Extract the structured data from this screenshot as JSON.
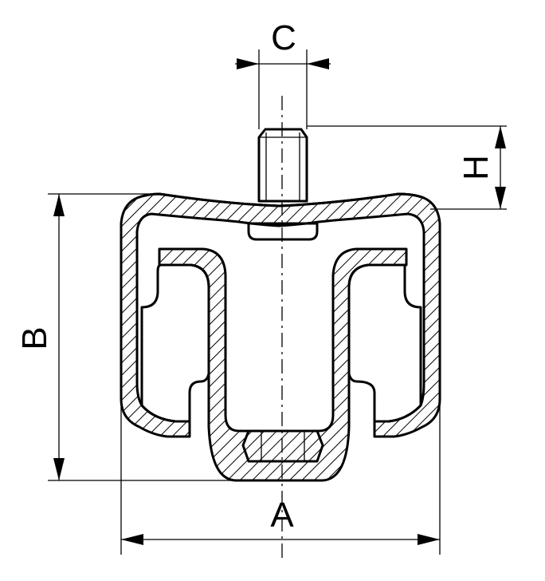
{
  "diagram": {
    "labels": {
      "a": "A",
      "b": "B",
      "c": "C",
      "h": "H"
    },
    "colors": {
      "rubber_fill": "#1a8fd0",
      "line": "#000000",
      "background": "#ffffff"
    }
  }
}
